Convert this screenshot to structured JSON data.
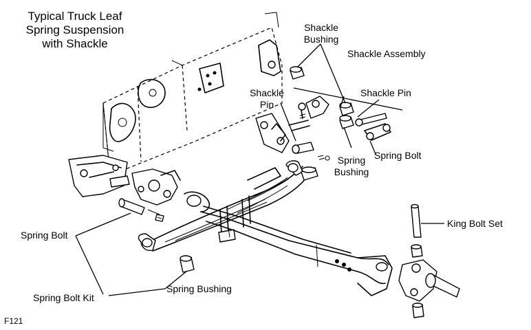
{
  "title": "Typical Truck Leaf\nSpring Suspension\nwith Shackle",
  "figure_code": "F121",
  "labels": {
    "shackle_bushing": "Shackle\nBushing",
    "shackle_assembly": "Shackle Assembly",
    "shackle_pin_right": "Shackle Pin",
    "shackle_pin_left": "Shackle\nPin",
    "spring_bolt_right": "Spring Bolt",
    "spring_bushing_center": "Spring\nBushing",
    "king_bolt_set": "King Bolt Set",
    "spring_bolt_left": "Spring Bolt",
    "spring_bushing_bottom": "Spring Bushing",
    "spring_bolt_kit": "Spring Bolt Kit"
  }
}
